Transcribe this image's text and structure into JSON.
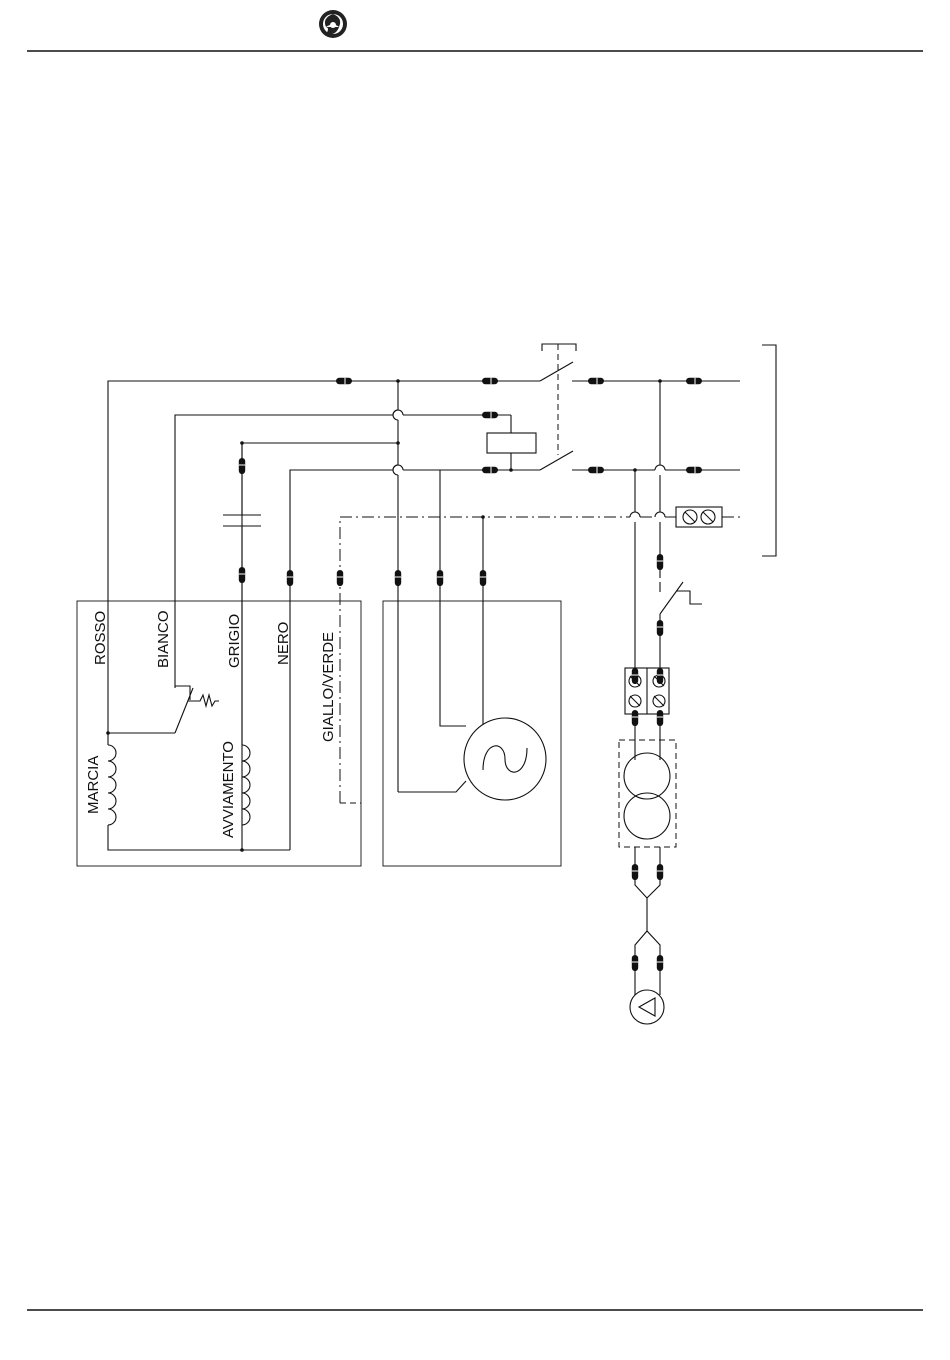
{
  "header": {
    "logo_icon": "swirl-logo-icon"
  },
  "diagram": {
    "wire_labels": {
      "rosso": "ROSSO",
      "bianco": "BIANCO",
      "grigio": "GRIGIO",
      "nero": "NERO",
      "giallo_verde": "GIALLO/VERDE"
    },
    "winding_labels": {
      "marcia": "MARCIA",
      "avviamento": "AVVIAMENTO"
    }
  }
}
